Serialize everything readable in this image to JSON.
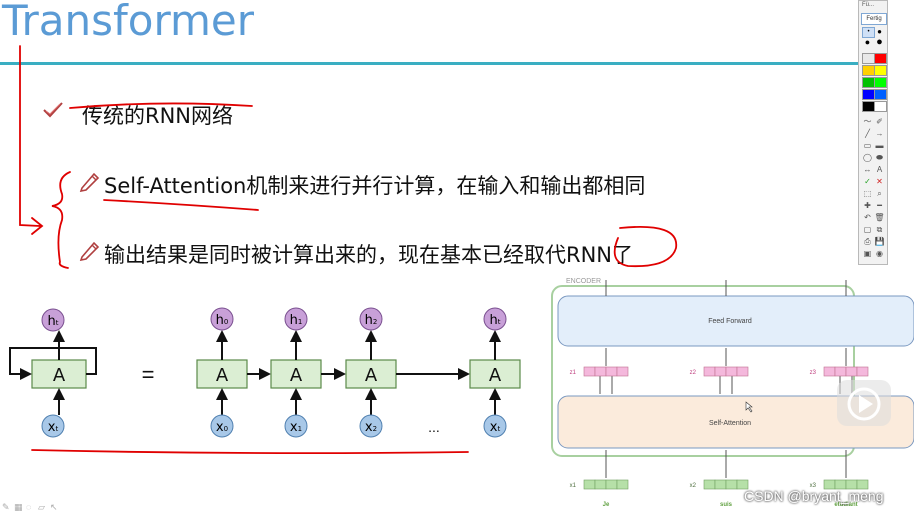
{
  "slide": {
    "title": "Transformer",
    "bullets": [
      {
        "text": "传统的RNN网络",
        "icon": "check-icon"
      },
      {
        "text": "Self-Attention机制来进行并行计算，在输入和输出都相同",
        "icon": "pencil-icon"
      },
      {
        "text": "输出结果是同时被计算出来的，现在基本已经取代RNN了",
        "icon": "pencil-icon"
      }
    ]
  },
  "rnn_diagram": {
    "cell_label": "A",
    "equals": "=",
    "ellipsis": "...",
    "left": {
      "h": "h",
      "h_sub": "t",
      "x": "x",
      "x_sub": "t"
    },
    "unrolled": [
      {
        "h": "h",
        "h_sub": "0",
        "x": "x",
        "x_sub": "0"
      },
      {
        "h": "h",
        "h_sub": "1",
        "x": "x",
        "x_sub": "1"
      },
      {
        "h": "h",
        "h_sub": "2",
        "x": "x",
        "x_sub": "2"
      },
      {
        "h": "h",
        "h_sub": "t",
        "x": "x",
        "x_sub": "t"
      }
    ]
  },
  "encoder_diagram": {
    "label": "ENCODER",
    "feed_forward": "Feed Forward",
    "self_attention": "Self-Attention",
    "z_labels": [
      "z1",
      "z2",
      "z3"
    ],
    "x_labels": [
      "x1",
      "x2",
      "x3"
    ],
    "words": [
      "Je",
      "suis",
      "etudiant"
    ]
  },
  "toolbar": {
    "top_label": "Fü...",
    "button_label": "Fertig",
    "colors": [
      "#e8e8e8",
      "#ff0000",
      "#ffd000",
      "#ffff00",
      "#00c000",
      "#00ff00",
      "#0000ff",
      "#0060ff",
      "#000000",
      "#ffffff"
    ]
  },
  "watermark": "CSDN @bryant_meng",
  "colors": {
    "title": "#5b9bd5",
    "accent_line": "#3aaec2",
    "cell_fill": "#dbeed3",
    "cell_stroke": "#5b8a4a",
    "h_node": "#c8a0d8",
    "x_node": "#a8c8e8",
    "feed_forward_fill": "#e3eefa",
    "self_attention_fill": "#fbebdc",
    "z_fill": "#f4b8dc",
    "x_fill": "#b6e0a8",
    "annotation": "#e00000"
  }
}
